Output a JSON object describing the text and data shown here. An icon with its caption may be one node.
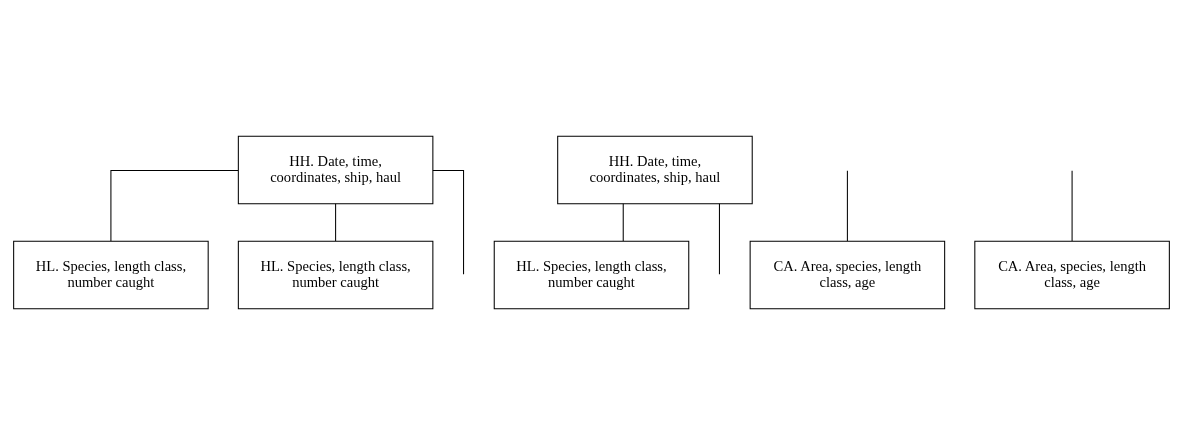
{
  "diagram": {
    "nodes": [
      {
        "text": [
          "HH. Date, time, coordinates, ship, haul"
        ]
      },
      {
        "text": [
          "HH. Date, time, coordinates, ship, haul"
        ]
      },
      {
        "text": [
          "HL. Species, length class, number caught"
        ]
      },
      {
        "text": [
          "HL. Species, length class, number caught"
        ]
      },
      {
        "text": [
          "HL. Species, length class, number caught"
        ]
      },
      {
        "text": [
          "CA. Area, species, length class, age"
        ]
      },
      {
        "text": [
          "CA. Area, species, length class, age"
        ]
      }
    ],
    "edges": [
      {
        "from": 0,
        "to": 2,
        "arrow": "none"
      },
      {
        "from": 0,
        "to": 3,
        "arrow": "none"
      },
      {
        "from": 0,
        "to": null,
        "arrow": "none"
      },
      {
        "from": 1,
        "to": null,
        "arrow": "none"
      },
      {
        "from": 1,
        "to": 4,
        "arrow": "none"
      },
      {
        "from": null,
        "to": 5,
        "arrow": "none"
      },
      {
        "from": null,
        "to": 6,
        "arrow": "none"
      }
    ]
  }
}
